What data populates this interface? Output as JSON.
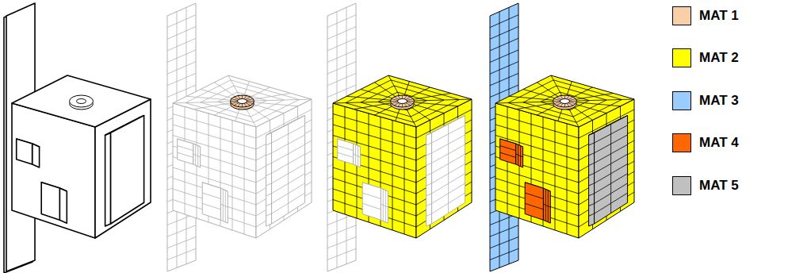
{
  "diagram": {
    "legend": [
      {
        "text": "MAT 1",
        "color": "#f9cfa8"
      },
      {
        "text": "MAT 2",
        "color": "#ffff00"
      },
      {
        "text": "MAT 3",
        "color": "#99ccff"
      },
      {
        "text": "MAT 4",
        "color": "#ff6600"
      },
      {
        "text": "MAT 5",
        "color": "#c0c0c0"
      }
    ]
  }
}
